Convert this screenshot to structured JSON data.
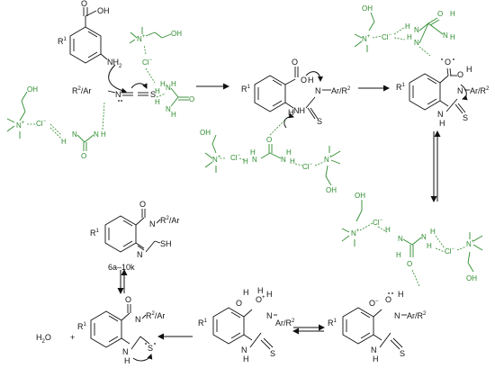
{
  "labels": {
    "r1": "R",
    "one": "1",
    "r2ar": "R",
    "r2ar_suffix": "/Ar",
    "two": "2",
    "ar_r2": "Ar/R",
    "nh2": "NH",
    "nh": "NH",
    "n": "N",
    "h": "H",
    "o": "O",
    "oh": "OH",
    "s": "S",
    "sh": "SH",
    "cl": "Cl",
    "nplus": "N",
    "h2o": "H",
    "h2o_o": "O",
    "plus": "+",
    "minus": "−",
    "compound": "6a–10k"
  },
  "colors": {
    "reagent": "#2e8b2e",
    "structure": "#111111"
  }
}
